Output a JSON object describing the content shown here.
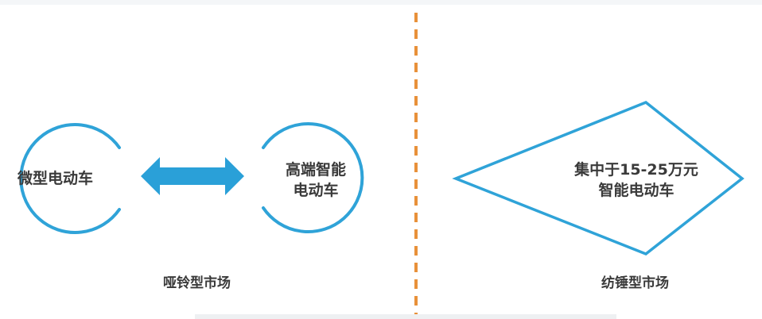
{
  "colors": {
    "stroke": "#2fa3d8",
    "arrow": "#2aa0d8",
    "divider": "#e8913a",
    "text": "#3a3a3a"
  },
  "left": {
    "node_a": "微型电动车",
    "node_b_line1": "高端智能",
    "node_b_line2": "电动车",
    "market": "哑铃型市场"
  },
  "right": {
    "node_line1": "集中于15-25万元",
    "node_line2": "智能电动车",
    "market": "纺锤型市场"
  }
}
